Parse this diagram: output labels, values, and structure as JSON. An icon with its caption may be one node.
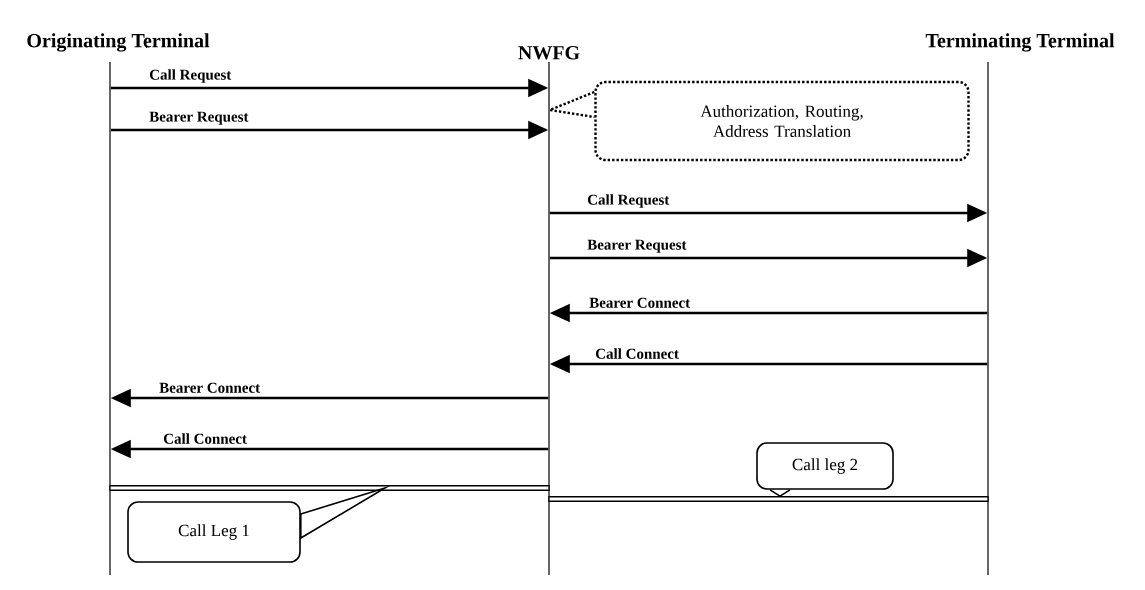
{
  "diagram": {
    "nodes": [
      {
        "text": [
          "Originating Terminal"
        ]
      },
      {
        "text": [
          "NWFG"
        ]
      },
      {
        "text": [
          "Terminating Terminal"
        ]
      },
      {
        "text": [
          "Authorization, Routing, Address Translation"
        ]
      },
      {
        "text": [
          "Call leg 2"
        ]
      },
      {
        "text": [],
        "shape": "bar"
      },
      {
        "text": [],
        "shape": "bar"
      },
      {
        "text": [
          "Call Leg 1"
        ]
      }
    ],
    "edges": [
      {
        "from": 0,
        "to": 1,
        "arrow": "to",
        "label": "Call Request"
      },
      {
        "from": 0,
        "to": 1,
        "arrow": "to",
        "label": "Bearer Request"
      },
      {
        "from": 1,
        "to": 2,
        "arrow": "to",
        "label": "Call Request"
      },
      {
        "from": 1,
        "to": 2,
        "arrow": "to",
        "label": "Bearer Request"
      },
      {
        "from": 2,
        "to": 1,
        "arrow": "to",
        "label": "Bearer Connect"
      },
      {
        "from": 2,
        "to": 1,
        "arrow": "to",
        "label": "Call Connect"
      },
      {
        "from": 1,
        "to": 0,
        "arrow": "to",
        "label": "Bearer Connect"
      },
      {
        "from": 1,
        "to": 0,
        "arrow": "to",
        "label": "Call Connect"
      },
      {
        "from": 3,
        "to": 1,
        "arrow": "none",
        "style": "dashed"
      },
      {
        "from": 4,
        "to": 6,
        "arrow": "none"
      },
      {
        "from": 7,
        "to": 5,
        "arrow": "none"
      }
    ]
  }
}
